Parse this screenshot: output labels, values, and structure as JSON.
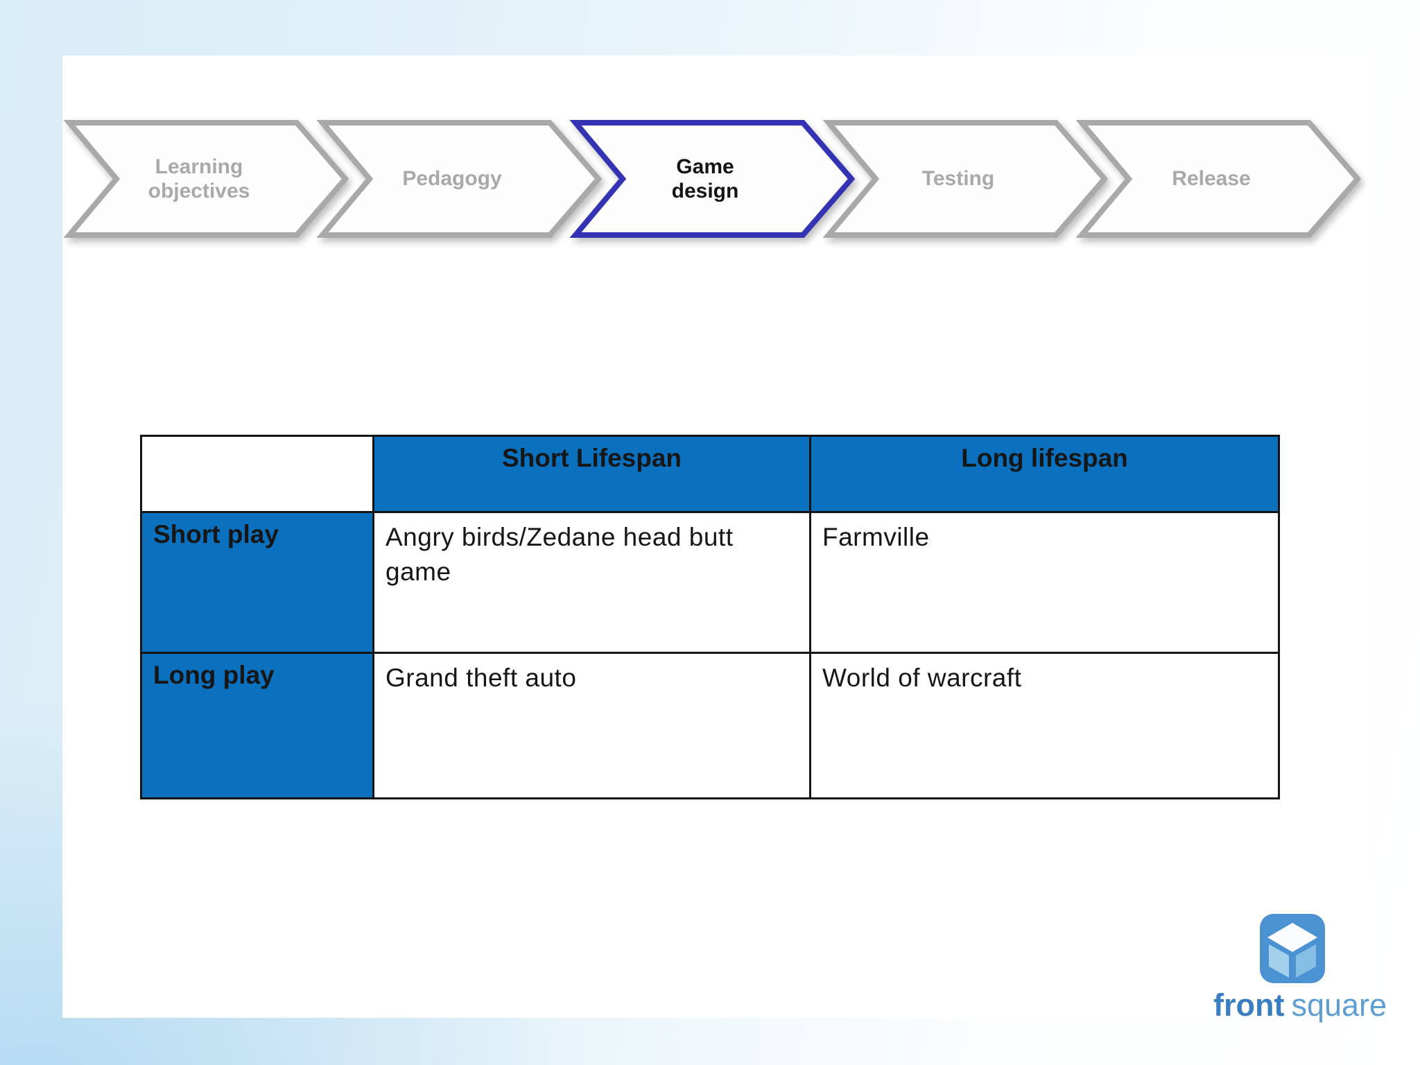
{
  "process_flow": {
    "steps": [
      {
        "label": "Learning objectives",
        "active": false
      },
      {
        "label": "Pedagogy",
        "active": false
      },
      {
        "label": "Game design",
        "active": true
      },
      {
        "label": "Testing",
        "active": false
      },
      {
        "label": "Release",
        "active": false
      }
    ]
  },
  "matrix_table": {
    "column_headers": [
      "Short Lifespan",
      "Long lifespan"
    ],
    "rows": [
      {
        "header": "Short play",
        "cells": [
          "Angry birds/Zedane head butt game",
          "Farmville"
        ]
      },
      {
        "header": "Long play",
        "cells": [
          "Grand theft auto",
          "World of warcraft"
        ]
      }
    ]
  },
  "logo": {
    "brand_bold": "front",
    "brand_light": "square"
  },
  "colors": {
    "table_blue": "#0b70be",
    "active_step_outline": "#3333b4",
    "inactive_step_gray": "#a9a9a9",
    "logo_icon_blue": "#4b92d3",
    "logo_text_bold_blue": "#3b7dc1",
    "logo_text_light_blue": "#5e9fd3"
  }
}
